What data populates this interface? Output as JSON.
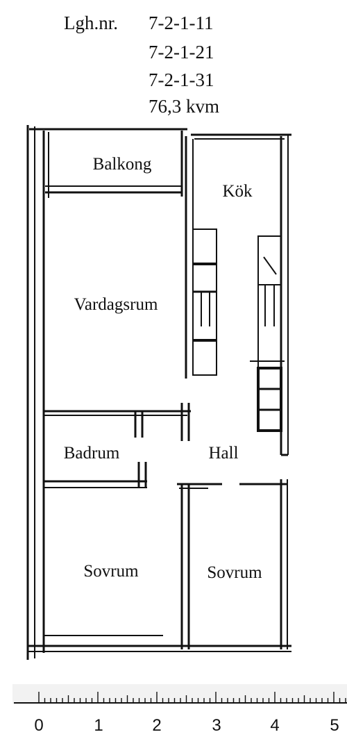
{
  "header": {
    "label": "Lgh.nr.",
    "apartments": [
      "7-2-1-11",
      "7-2-1-21",
      "7-2-1-31"
    ],
    "area": "76,3 kvm"
  },
  "rooms": {
    "balkong": "Balkong",
    "kok": "Kök",
    "vardagsrum": "Vardagsrum",
    "badrum": "Badrum",
    "hall": "Hall",
    "sovrum_1": "Sovrum",
    "sovrum_2": "Sovrum"
  },
  "scale": {
    "numbers": [
      "0",
      "1",
      "2",
      "3",
      "4",
      "5"
    ]
  }
}
